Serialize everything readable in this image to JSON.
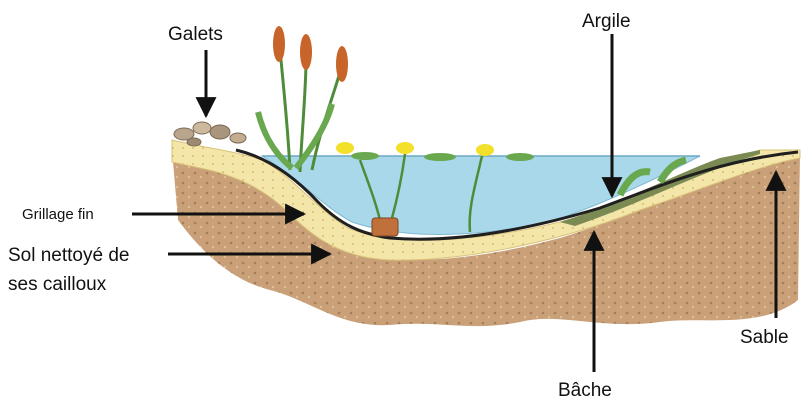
{
  "labels": {
    "galets": "Galets",
    "argile": "Argile",
    "grillage": "Grillage fin",
    "sol_line1": "Sol nettoyé de",
    "sol_line2": "ses cailloux",
    "sable": "Sable",
    "bache": "Bâche"
  },
  "colors": {
    "soil": "#c9a077",
    "sand": "#f3e6a8",
    "water": "#a9d8ea",
    "liner": "#1f1f1f",
    "clay": "#7a8a52",
    "plants": "#6aa84f",
    "reeds": "#c8642a",
    "flowers": "#f2e02a"
  }
}
